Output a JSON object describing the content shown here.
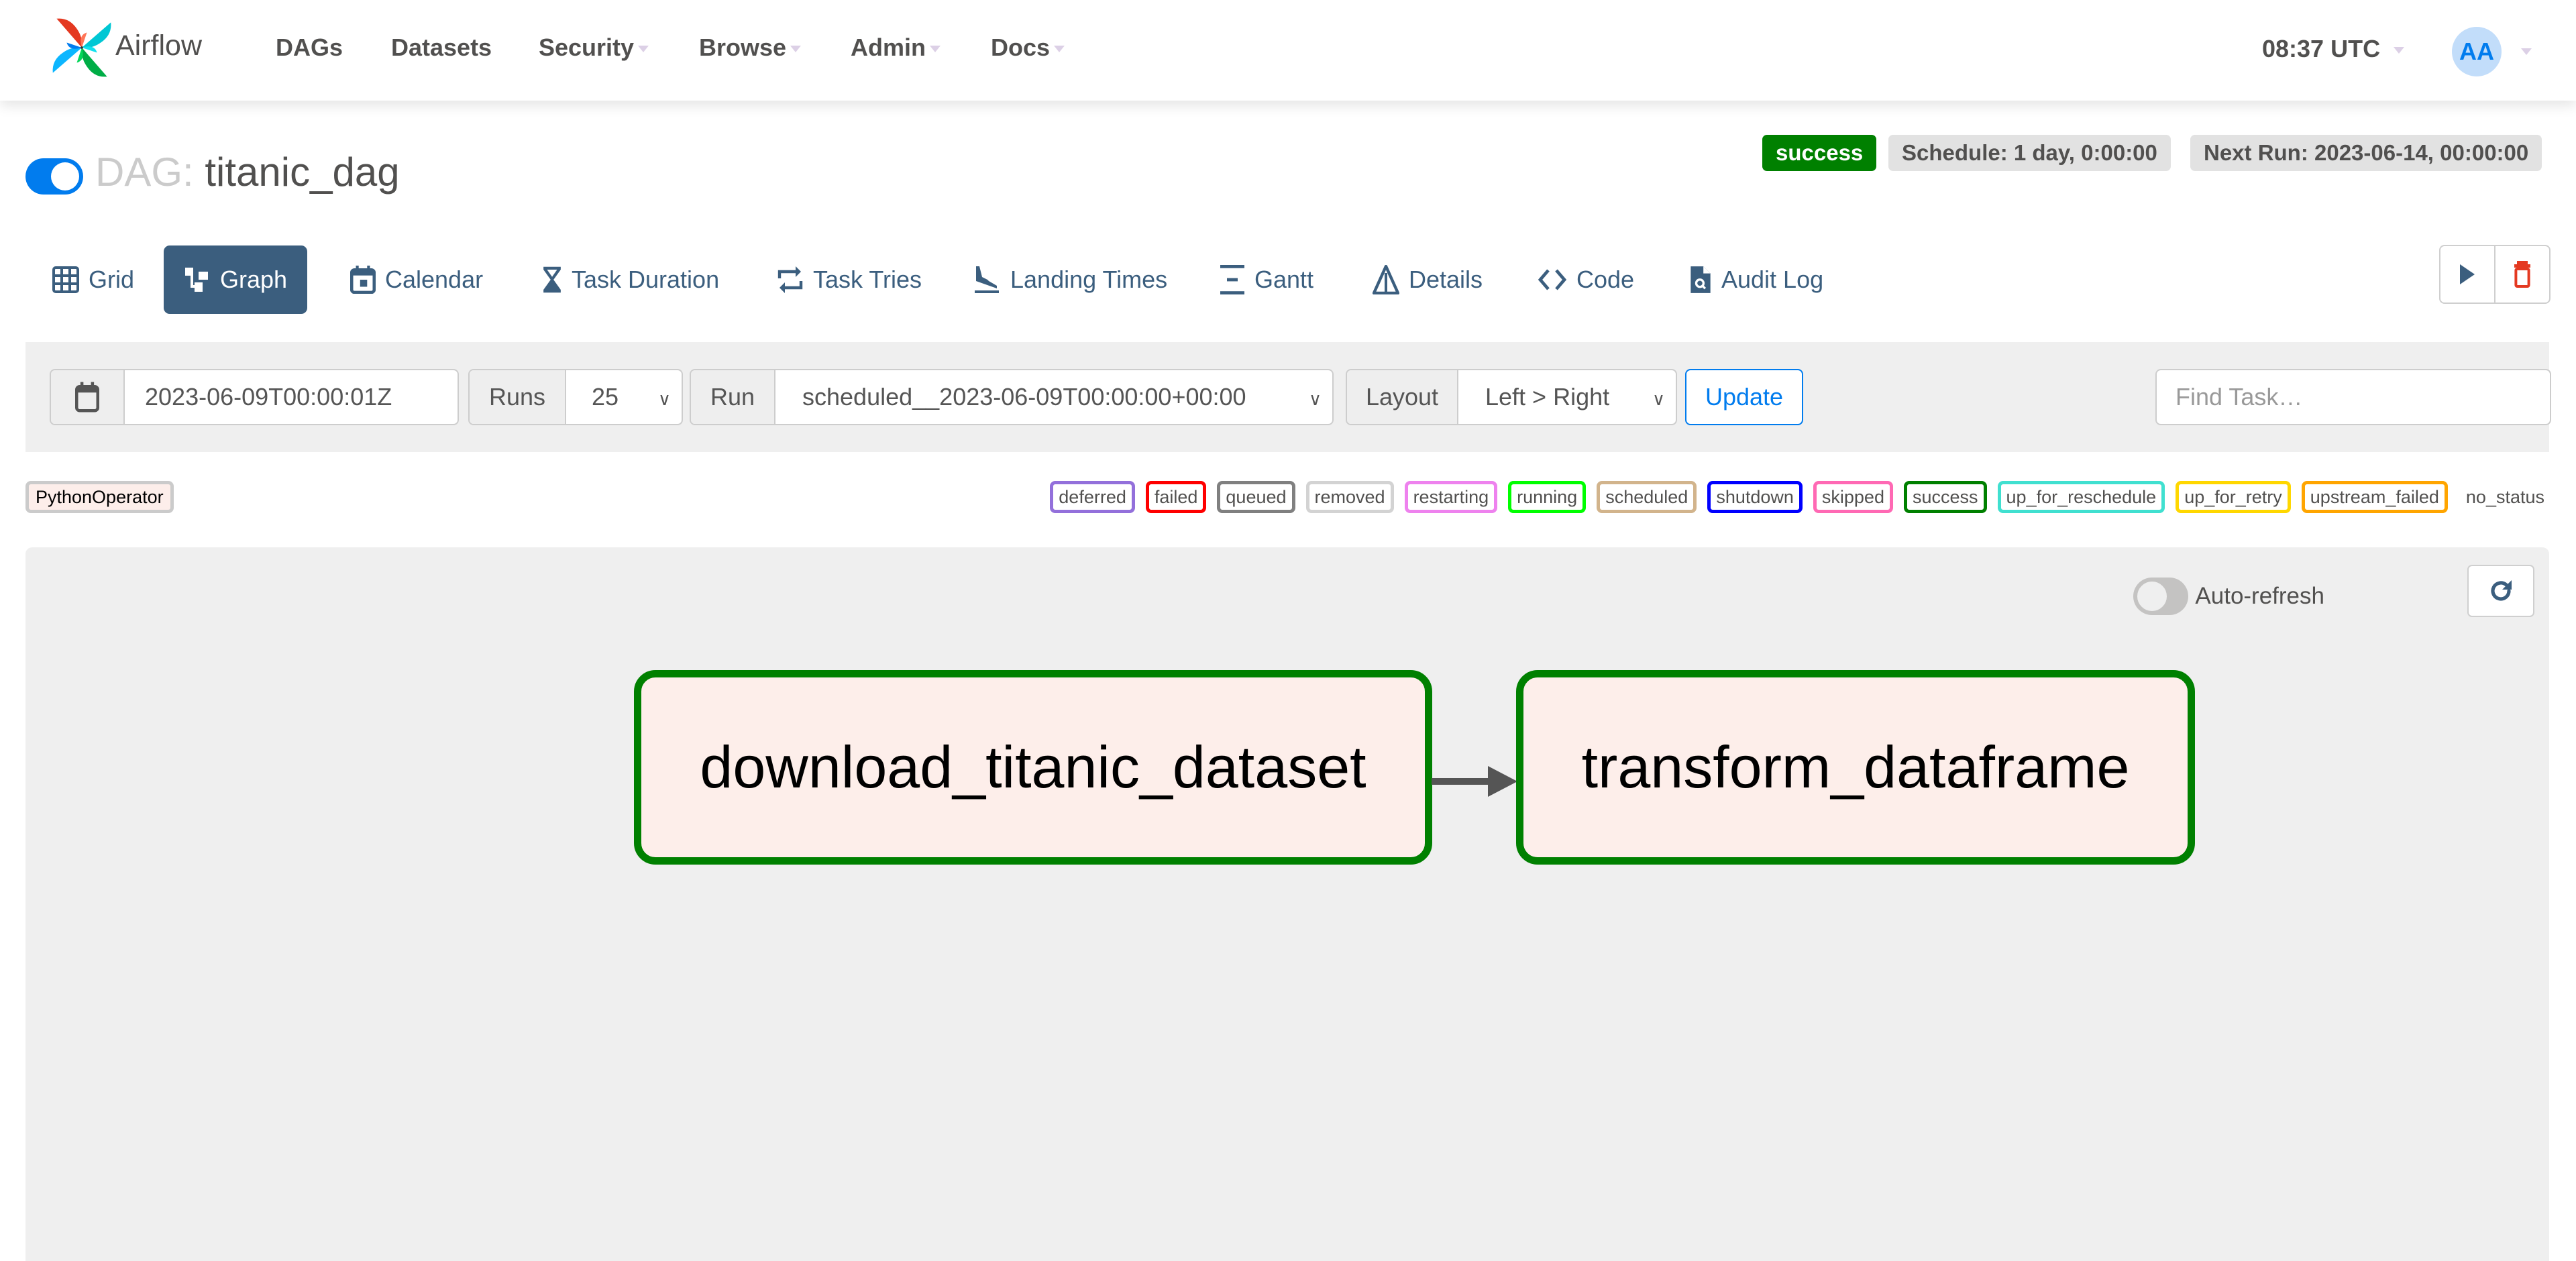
{
  "navbar": {
    "brand": "Airflow",
    "items": [
      {
        "label": "DAGs",
        "dropdown": false
      },
      {
        "label": "Datasets",
        "dropdown": false
      },
      {
        "label": "Security",
        "dropdown": true
      },
      {
        "label": "Browse",
        "dropdown": true
      },
      {
        "label": "Admin",
        "dropdown": true
      },
      {
        "label": "Docs",
        "dropdown": true
      }
    ],
    "clock": "08:37 UTC",
    "avatar_initials": "AA"
  },
  "dag": {
    "prefix": "DAG:",
    "name": "titanic_dag",
    "paused": false,
    "status": "success",
    "schedule": "Schedule: 1 day, 0:00:00",
    "next_run": "Next Run: 2023-06-14, 00:00:00"
  },
  "tabs": [
    {
      "label": "Grid",
      "icon": "grid-icon",
      "active": false
    },
    {
      "label": "Graph",
      "icon": "graph-icon",
      "active": true
    },
    {
      "label": "Calendar",
      "icon": "calendar-icon",
      "active": false
    },
    {
      "label": "Task Duration",
      "icon": "hourglass-icon",
      "active": false
    },
    {
      "label": "Task Tries",
      "icon": "repeat-icon",
      "active": false
    },
    {
      "label": "Landing Times",
      "icon": "plane-landing-icon",
      "active": false
    },
    {
      "label": "Gantt",
      "icon": "gantt-icon",
      "active": false
    },
    {
      "label": "Details",
      "icon": "details-triangle-icon",
      "active": false
    },
    {
      "label": "Code",
      "icon": "code-icon",
      "active": false
    },
    {
      "label": "Audit Log",
      "icon": "audit-log-icon",
      "active": false
    }
  ],
  "actions": {
    "trigger_icon": "play-icon",
    "delete_icon": "trash-icon"
  },
  "filters": {
    "base_date": "2023-06-09T00:00:01Z",
    "runs_label": "Runs",
    "runs_value": "25",
    "run_label": "Run",
    "run_value": "scheduled__2023-06-09T00:00:00+00:00",
    "layout_label": "Layout",
    "layout_value": "Left > Right",
    "update_label": "Update",
    "find_task_placeholder": "Find Task…"
  },
  "operator_badge": {
    "label": "PythonOperator",
    "bg_color": "#fdeeea"
  },
  "legend": [
    {
      "label": "deferred",
      "color": "#9370db"
    },
    {
      "label": "failed",
      "color": "#ff0000"
    },
    {
      "label": "queued",
      "color": "#808080"
    },
    {
      "label": "removed",
      "color": "#d3d3d3"
    },
    {
      "label": "restarting",
      "color": "#ee82ee"
    },
    {
      "label": "running",
      "color": "#00ff00"
    },
    {
      "label": "scheduled",
      "color": "#d2b48c"
    },
    {
      "label": "shutdown",
      "color": "#0000ff"
    },
    {
      "label": "skipped",
      "color": "#ff69b4"
    },
    {
      "label": "success",
      "color": "#008000"
    },
    {
      "label": "up_for_reschedule",
      "color": "#40e0d0"
    },
    {
      "label": "up_for_retry",
      "color": "#ffd700"
    },
    {
      "label": "upstream_failed",
      "color": "#ffa500"
    },
    {
      "label": "no_status",
      "color": null
    }
  ],
  "graph": {
    "auto_refresh_label": "Auto-refresh",
    "auto_refresh_on": false,
    "nodes": [
      {
        "id": "download_titanic_dataset",
        "label": "download_titanic_dataset",
        "state": "success",
        "state_color": "#008000"
      },
      {
        "id": "transform_dataframe",
        "label": "transform_dataframe",
        "state": "success",
        "state_color": "#008000"
      }
    ],
    "edges": [
      {
        "from": "download_titanic_dataset",
        "to": "transform_dataframe"
      }
    ]
  }
}
